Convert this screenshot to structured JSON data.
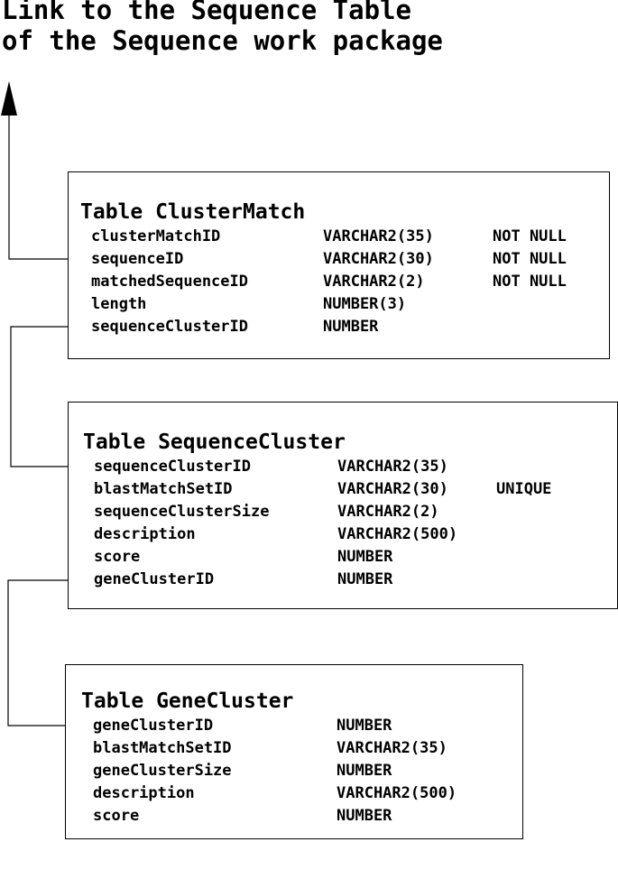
{
  "caption": {
    "line1": "Link to the Sequence Table",
    "line2": "of the Sequence work package"
  },
  "tables": [
    {
      "id": "clustermatch",
      "title": "Table ClusterMatch",
      "columns": [
        {
          "name": "clusterMatchID",
          "type": "VARCHAR2(35)",
          "constraint": "NOT NULL"
        },
        {
          "name": "sequenceID",
          "type": "VARCHAR2(30)",
          "constraint": "NOT NULL"
        },
        {
          "name": "matchedSequenceID",
          "type": "VARCHAR2(2)",
          "constraint": "NOT NULL"
        },
        {
          "name": "length",
          "type": "NUMBER(3)",
          "constraint": ""
        },
        {
          "name": "sequenceClusterID",
          "type": "NUMBER",
          "constraint": ""
        }
      ]
    },
    {
      "id": "sequencecluster",
      "title": "Table SequenceCluster",
      "columns": [
        {
          "name": "sequenceClusterID",
          "type": "VARCHAR2(35)",
          "constraint": ""
        },
        {
          "name": "blastMatchSetID",
          "type": "VARCHAR2(30)",
          "constraint": "UNIQUE"
        },
        {
          "name": "sequenceClusterSize",
          "type": "VARCHAR2(2)",
          "constraint": ""
        },
        {
          "name": "description",
          "type": "VARCHAR2(500)",
          "constraint": ""
        },
        {
          "name": "score",
          "type": "NUMBER",
          "constraint": ""
        },
        {
          "name": "geneClusterID",
          "type": "NUMBER",
          "constraint": ""
        }
      ]
    },
    {
      "id": "genecluster",
      "title": "Table GeneCluster",
      "columns": [
        {
          "name": "geneClusterID",
          "type": "NUMBER",
          "constraint": ""
        },
        {
          "name": "blastMatchSetID",
          "type": "VARCHAR2(35)",
          "constraint": ""
        },
        {
          "name": "geneClusterSize",
          "type": "NUMBER",
          "constraint": ""
        },
        {
          "name": "description",
          "type": "VARCHAR2(500)",
          "constraint": ""
        },
        {
          "name": "score",
          "type": "NUMBER",
          "constraint": ""
        }
      ]
    }
  ]
}
